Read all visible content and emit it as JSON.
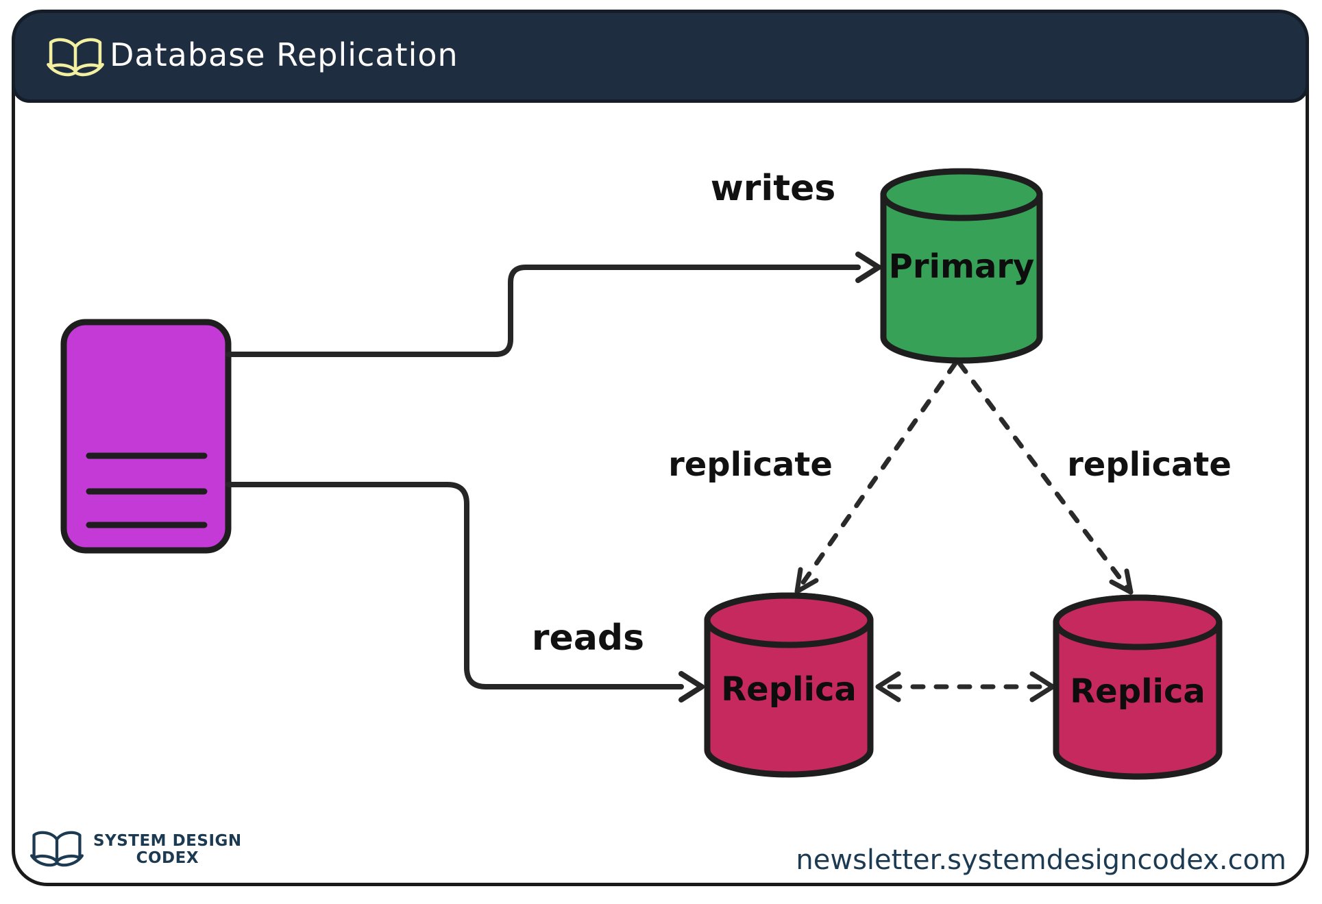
{
  "header": {
    "title": "Database Replication",
    "icon": "open-book-icon"
  },
  "diagram": {
    "client_node": {
      "shape": "document-card",
      "label": "",
      "color": "#C43AD6"
    },
    "nodes": {
      "primary": {
        "label": "Primary",
        "shape": "cylinder",
        "color": "#37A158"
      },
      "replica_left": {
        "label": "Replica",
        "shape": "cylinder",
        "color": "#C5295D"
      },
      "replica_right": {
        "label": "Replica",
        "shape": "cylinder",
        "color": "#C5295D"
      }
    },
    "edges": {
      "writes": {
        "label": "writes",
        "from": "client",
        "to": "primary",
        "style": "solid-arrow"
      },
      "reads": {
        "label": "reads",
        "from": "client",
        "to": "replica_left",
        "style": "solid-arrow"
      },
      "replicate_left": {
        "label": "replicate",
        "from": "primary",
        "to": "replica_left",
        "style": "dashed-arrow"
      },
      "replicate_right": {
        "label": "replicate",
        "from": "primary",
        "to": "replica_right",
        "style": "dashed-arrow"
      },
      "replica_sync": {
        "label": "",
        "from": "replica_left",
        "to": "replica_right",
        "style": "dashed-double-arrow"
      }
    }
  },
  "footer": {
    "logo_icon": "open-book-icon",
    "logo_line1": "SYSTEM DESIGN",
    "logo_line2": "CODEX",
    "url": "newsletter.systemdesigncodex.com"
  },
  "colors": {
    "header_bg": "#1E2D3F",
    "accent_yellow": "#F3F0A2",
    "primary_green": "#37A158",
    "replica_crimson": "#C5295D",
    "client_purple": "#C43AD6",
    "ink": "#262626",
    "navy_text": "#1C3A52"
  }
}
